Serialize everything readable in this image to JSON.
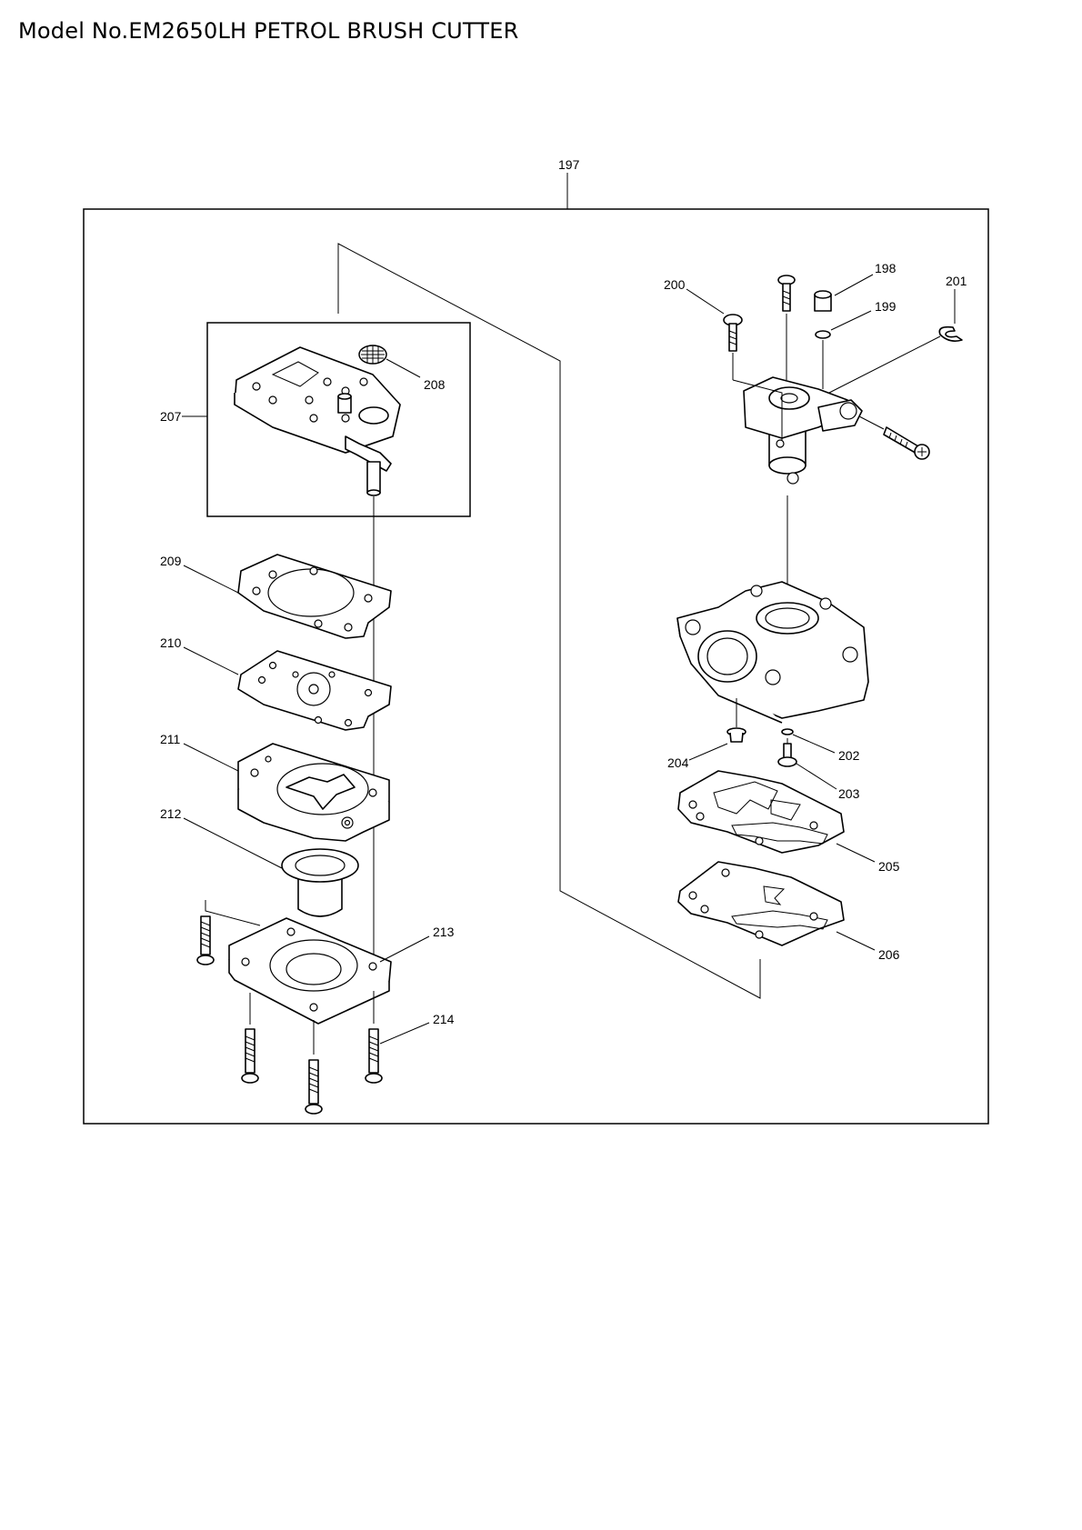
{
  "header": {
    "title": "Model No.EM2650LH PETROL BRUSH CUTTER"
  },
  "diagram": {
    "labels": {
      "p197": "197",
      "p198": "198",
      "p199": "199",
      "p200": "200",
      "p201": "201",
      "p202": "202",
      "p203": "203",
      "p204": "204",
      "p205": "205",
      "p206": "206",
      "p207": "207",
      "p208": "208",
      "p209": "209",
      "p210": "210",
      "p211": "211",
      "p212": "212",
      "p213": "213",
      "p214": "214"
    }
  }
}
